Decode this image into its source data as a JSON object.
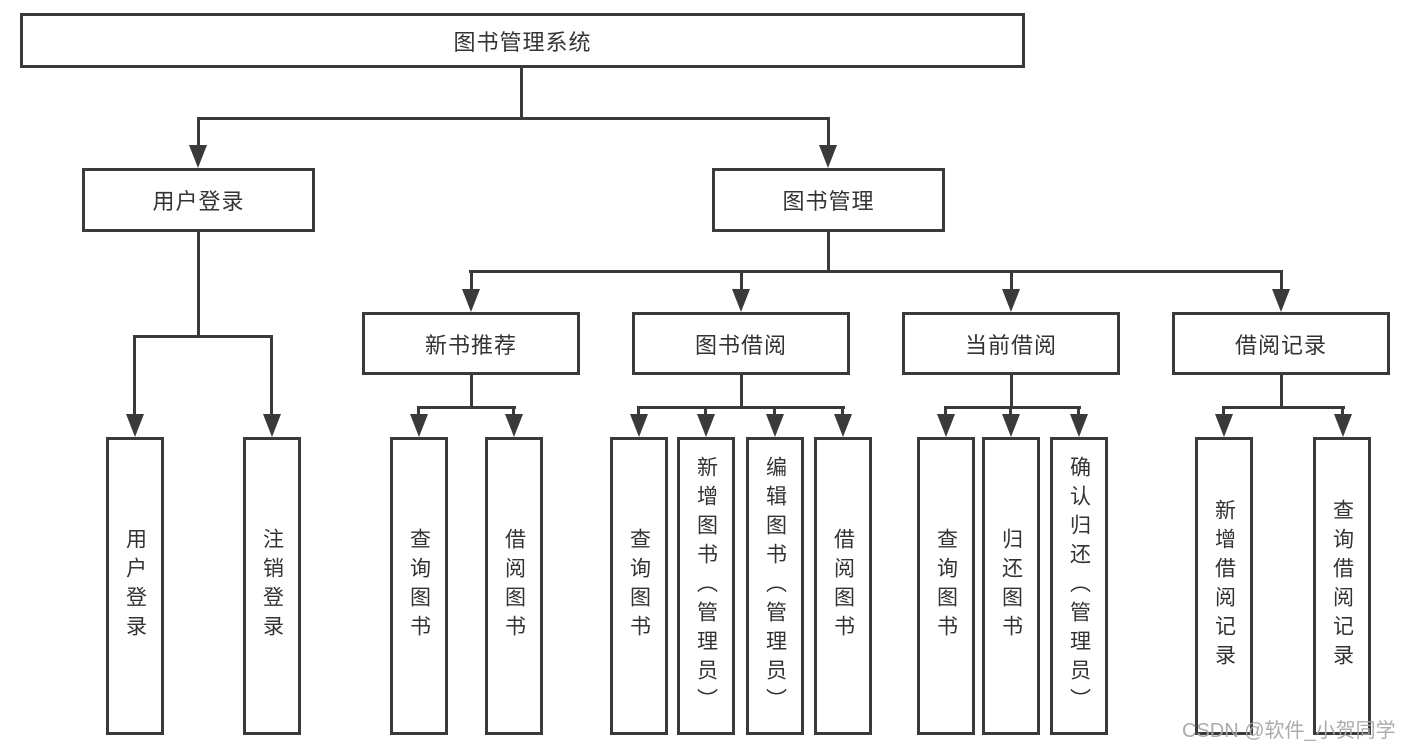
{
  "title": "图书管理系统",
  "watermark": "CSDN @软件_小贺同学",
  "level2": {
    "user_login": "用户登录",
    "book_management": "图书管理"
  },
  "level3": {
    "new_book": "新书推荐",
    "borrow": "图书借阅",
    "current": "当前借阅",
    "record": "借阅记录"
  },
  "leaves": {
    "user_login": [
      "用户登录",
      "注销登录"
    ],
    "new_book": [
      "查询图书",
      "借阅图书"
    ],
    "borrow": [
      "查询图书",
      "新增图书（管理员）",
      "编辑图书（管理员）",
      "借阅图书"
    ],
    "current": [
      "查询图书",
      "归还图书",
      "确认归还（管理员）"
    ],
    "record": [
      "新增借阅记录",
      "查询借阅记录"
    ]
  },
  "colors": {
    "line": "#3a3a3a",
    "text": "#333333",
    "watermark": "#a8a8a8",
    "background": "#ffffff"
  }
}
